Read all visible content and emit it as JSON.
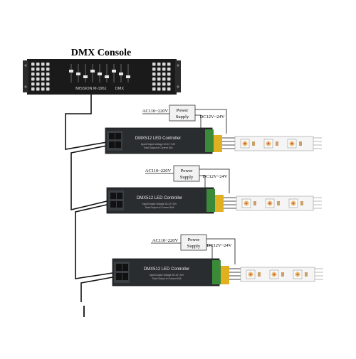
{
  "console": {
    "title": "DMX Console",
    "brand": "MISSION M-1961",
    "model": "DMX"
  },
  "rows": [
    {
      "ac_label": "AC110~220V",
      "psu_line1": "Power",
      "psu_line2": "Supply",
      "dc_label": "DC12V~24V",
      "controller_title": "DMX512  LED  Controller",
      "controller_spec1": "Input/Output Voltage DC12~24V",
      "controller_spec2": "Total Output of Current 16A"
    },
    {
      "ac_label": "AC110~220V",
      "psu_line1": "Power",
      "psu_line2": "Supply",
      "dc_label": "DC12V~24V",
      "controller_title": "DMX512  LED  Controller",
      "controller_spec1": "Input/Output Voltage DC12~24V",
      "controller_spec2": "Total Output of Current 16A"
    },
    {
      "ac_label": "AC110~220V",
      "psu_line1": "Power",
      "psu_line2": "Supply",
      "dc_label": "DC12V~24V",
      "controller_title": "DMX512  LED  Controller",
      "controller_spec1": "Input/Output Voltage DC12~24V",
      "controller_spec2": "Total Output of Current 16A"
    }
  ],
  "colors": {
    "console_body": "#1a1a1a",
    "controller_body": "#2a2d30",
    "terminal_green": "#3a8a3a",
    "terminal_yellow": "#e0b020",
    "wire": "#111111",
    "led_strip": "#f5f5f5"
  }
}
